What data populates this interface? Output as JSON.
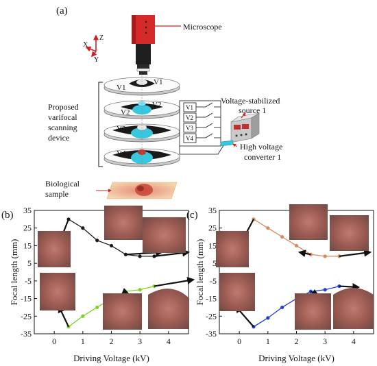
{
  "panel_a": {
    "label": "(a)",
    "axes": {
      "x": "X",
      "y": "Y",
      "z": "Z"
    },
    "microscope_label": "Microscope",
    "device_label_lines": [
      "Proposed",
      "varifocal",
      "scanning",
      "device"
    ],
    "voltage_labels": [
      "V1",
      "V2",
      "V3",
      "V4"
    ],
    "source_label_lines": [
      "Voltage-stabilized",
      "source 1"
    ],
    "converter_label_lines": [
      "High voltage",
      "converter 1"
    ],
    "sample_label_lines": [
      "Biological",
      "sample"
    ]
  },
  "colors": {
    "microscope_red": "#d42a2a",
    "lens_cyan": "#37c7de",
    "annotation_red": "#d02020",
    "series_b_top": "#1a1a1a",
    "series_b_bottom": "#7ed321",
    "series_c_top": "#d9895a",
    "series_c_bottom": "#1f3fd8",
    "tissue_pink": "#a8625a"
  },
  "chart_data": [
    {
      "type": "line",
      "panel": "(b)",
      "xlabel": "Driving Voltage (kV)",
      "ylabel": "Focal length (mm)",
      "xlim": [
        -0.7,
        4.7
      ],
      "ylim": [
        -35,
        35
      ],
      "xticks": [
        "0",
        "1",
        "2",
        "3",
        "4"
      ],
      "yticks": [
        "35",
        "25",
        "15",
        "5",
        "-5",
        "-15",
        "-25",
        "-35"
      ],
      "series": [
        {
          "color": "#1a1a1a",
          "x": [
            0.5,
            1.0,
            1.5,
            2.0,
            2.5,
            3.0,
            3.5
          ],
          "y": [
            30,
            25,
            18,
            15,
            10,
            9,
            9
          ]
        },
        {
          "color": "#7ed321",
          "x": [
            0.5,
            1.0,
            1.5,
            2.0,
            2.5,
            3.0,
            3.5
          ],
          "y": [
            -31,
            -25,
            -20,
            -15,
            -11,
            -10,
            -8
          ]
        }
      ]
    },
    {
      "type": "line",
      "panel": "(c)",
      "xlabel": "Driving Voltage (kV)",
      "ylabel": "Focal length (mm)",
      "xlim": [
        -0.7,
        4.7
      ],
      "ylim": [
        -35,
        35
      ],
      "xticks": [
        "0",
        "1",
        "2",
        "3",
        "4"
      ],
      "yticks": [
        "35",
        "25",
        "15",
        "5",
        "-5",
        "-15",
        "-25",
        "-35"
      ],
      "series": [
        {
          "color": "#d9895a",
          "x": [
            0.5,
            1.0,
            1.5,
            2.0,
            2.5,
            3.0,
            3.5
          ],
          "y": [
            30,
            25,
            20,
            15,
            10,
            9,
            9
          ]
        },
        {
          "color": "#1f3fd8",
          "x": [
            0.5,
            1.0,
            1.5,
            2.0,
            2.5,
            3.0,
            3.5
          ],
          "y": [
            -31,
            -26,
            -20,
            -15,
            -11,
            -10,
            -8
          ]
        }
      ]
    }
  ]
}
